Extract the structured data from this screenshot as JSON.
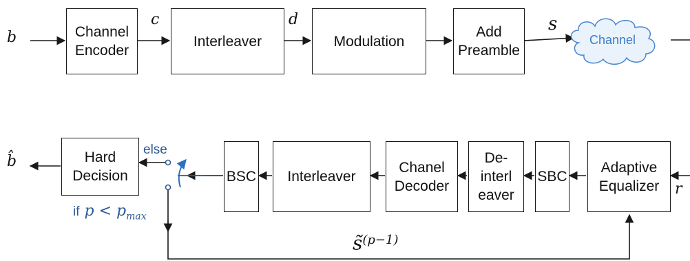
{
  "tx_chain": {
    "input": "b",
    "blocks": [
      "Channel\nEncoder",
      "Interleaver",
      "Modulation",
      "Add\nPreamble"
    ],
    "signals": [
      "c",
      "d",
      "s"
    ],
    "channel": "Channel"
  },
  "rx_chain": {
    "input": "r",
    "output": "b̂",
    "blocks": [
      "Adaptive\nEqualizer",
      "SBC",
      "De-\ninterl\neaver",
      "Chanel\nDecoder",
      "Interleaver",
      "BSC",
      "Hard\nDecision"
    ],
    "switch_else": "else",
    "switch_if_prefix": "if",
    "switch_if_condition": "p < p",
    "switch_if_subscript": "max",
    "feedback_label": "s̃",
    "feedback_superscript": "(p−1)"
  },
  "colors": {
    "stroke": "#1a1a1a",
    "switch": "#2e5c95",
    "cloud_stroke": "#4a86cf",
    "cloud_fill": "#eaf3fc"
  }
}
